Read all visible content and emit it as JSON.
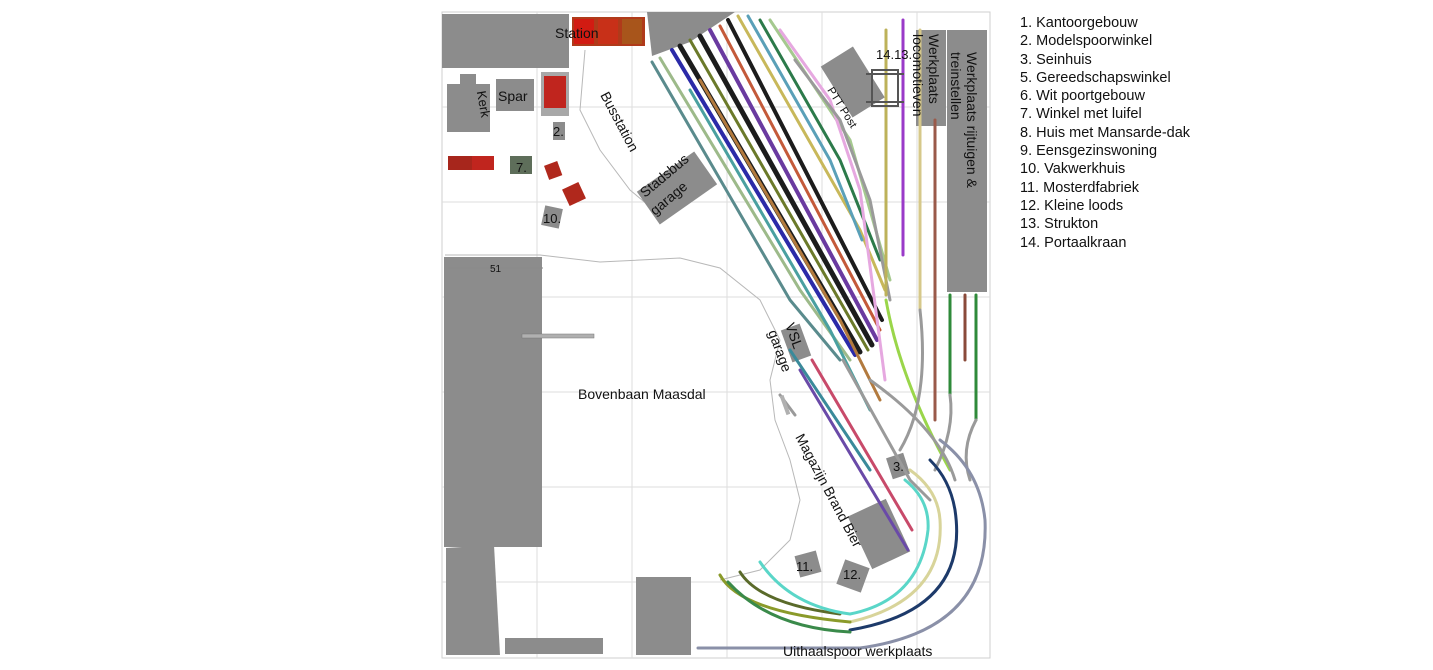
{
  "labels": {
    "station": "Station",
    "kerk": "Kerk",
    "spar": "Spar",
    "busstation": "Busstation",
    "stadsbus": "Stadsbus",
    "garage": "garage",
    "ptt_post": "PTT Post",
    "werkplaats": "Werkplaats",
    "locomotieven": "locomotieven",
    "werkplaats_rijtuigen": "Werkplaats rijtuigen &",
    "treinstellen": "treinstellen",
    "num_14_13": "14.13.",
    "num_2": "2.",
    "num_7": "7.",
    "num_10": "10.",
    "num_3": "3.",
    "num_11": "11.",
    "num_12": "12.",
    "dim_51": "51",
    "vsl": "VSL",
    "vsl_garage": "garage",
    "bovenbaan": "Bovenbaan Maasdal",
    "magazijn": "Magazijn Brand Bier",
    "uithaalspoor": "Uithaalspoor werkplaats"
  },
  "legend": [
    "1. Kantoorgebouw",
    "2. Modelspoorwinkel",
    "3. Seinhuis",
    "5. Gereedschapswinkel",
    "6. Wit poortgebouw",
    "7. Winkel met luifel",
    "8. Huis met Mansarde-dak",
    "9. Eensgezinswoning",
    "10. Vakwerkhuis",
    "11. Mosterdfabriek",
    "12. Kleine loods",
    "13. Strukton",
    "14. Portaalkraan"
  ],
  "colors": {
    "building": "#8c8c8c",
    "grid": "#dedede",
    "track_grey": "#9a9a9a",
    "red_model": "#c0251e"
  }
}
